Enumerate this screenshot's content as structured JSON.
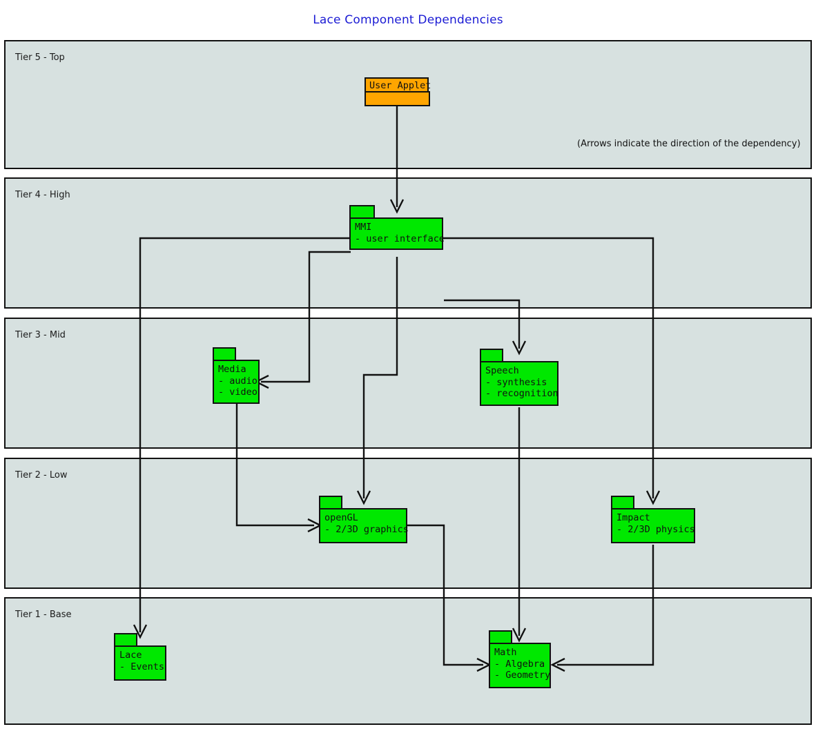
{
  "title": "Lace Component Dependencies",
  "note": "(Arrows indicate the direction of the dependency)",
  "colors": {
    "title": "#1b1bd4",
    "tier_background": "#d7e1e0",
    "component_green": "#00e800",
    "applet_orange": "#ffa500",
    "stroke": "#111111"
  },
  "tiers": [
    {
      "id": "tier5",
      "label": "Tier 5 - Top"
    },
    {
      "id": "tier4",
      "label": "Tier 4 - High"
    },
    {
      "id": "tier3",
      "label": "Tier 3 - Mid"
    },
    {
      "id": "tier2",
      "label": "Tier 2 - Low"
    },
    {
      "id": "tier1",
      "label": "Tier 1 - Base"
    }
  ],
  "components": [
    {
      "id": "user-applet",
      "tier": "Tier 5 - Top",
      "name": "User Applet",
      "details": [],
      "color": "#ffa500",
      "shape": "inverted-package"
    },
    {
      "id": "mmi",
      "tier": "Tier 4 - High",
      "name": "MMI",
      "details": [
        "- user interface"
      ],
      "text": "MMI\n- user interface",
      "color": "#00e800",
      "shape": "package"
    },
    {
      "id": "media",
      "tier": "Tier 3 - Mid",
      "name": "Media",
      "details": [
        "- audio",
        "- video"
      ],
      "text": "Media\n- audio\n- video",
      "color": "#00e800",
      "shape": "package"
    },
    {
      "id": "speech",
      "tier": "Tier 3 - Mid",
      "name": "Speech",
      "details": [
        "- synthesis",
        "- recognition"
      ],
      "text": "Speech\n- synthesis\n- recognition",
      "color": "#00e800",
      "shape": "package"
    },
    {
      "id": "opengl",
      "tier": "Tier 2 - Low",
      "name": "openGL",
      "details": [
        "- 2/3D graphics"
      ],
      "text": "openGL\n- 2/3D graphics",
      "color": "#00e800",
      "shape": "package"
    },
    {
      "id": "impact",
      "tier": "Tier 2 - Low",
      "name": "Impact",
      "details": [
        "- 2/3D physics"
      ],
      "text": "Impact\n- 2/3D physics",
      "color": "#00e800",
      "shape": "package"
    },
    {
      "id": "lace",
      "tier": "Tier 1 - Base",
      "name": "Lace",
      "details": [
        "- Events"
      ],
      "text": "Lace\n- Events",
      "color": "#00e800",
      "shape": "package"
    },
    {
      "id": "math",
      "tier": "Tier 1 - Base",
      "name": "Math",
      "details": [
        "- Algebra",
        "- Geometry"
      ],
      "text": "Math\n- Algebra\n- Geometry",
      "color": "#00e800",
      "shape": "package"
    }
  ],
  "dependencies": [
    {
      "from": "user-applet",
      "to": "mmi"
    },
    {
      "from": "mmi",
      "to": "media"
    },
    {
      "from": "mmi",
      "to": "speech"
    },
    {
      "from": "mmi",
      "to": "opengl"
    },
    {
      "from": "mmi",
      "to": "impact"
    },
    {
      "from": "mmi",
      "to": "lace"
    },
    {
      "from": "media",
      "to": "opengl"
    },
    {
      "from": "speech",
      "to": "math"
    },
    {
      "from": "opengl",
      "to": "math"
    },
    {
      "from": "impact",
      "to": "math"
    }
  ]
}
